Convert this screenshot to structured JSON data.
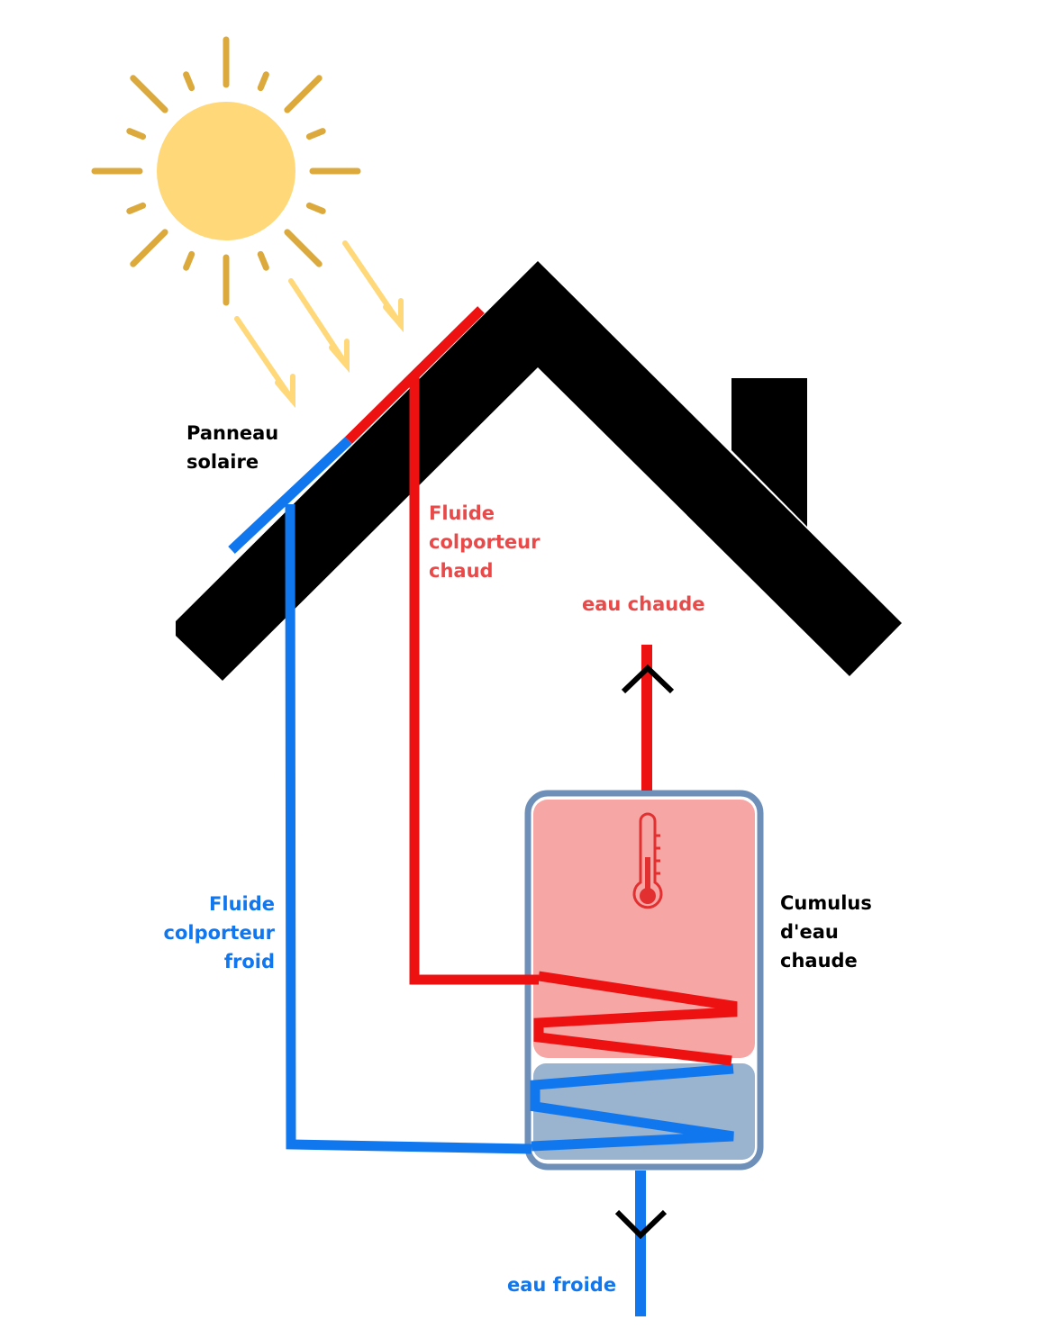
{
  "labels": {
    "panel": {
      "line1": "Panneau",
      "line2": "solaire"
    },
    "hot_fluid": {
      "line1": "Fluide",
      "line2": "colporteur",
      "line3": "chaud"
    },
    "cold_fluid": {
      "line1": "Fluide",
      "line2": "colporteur",
      "line3": "froid"
    },
    "hot_water": "eau chaude",
    "cold_water": "eau froide",
    "tank": {
      "line1": "Cumulus",
      "line2": "d'eau",
      "line3": "chaude"
    }
  },
  "colors": {
    "sun": "#FFD879",
    "sun_rays": "#DCAA3C",
    "sunlight_arrows": "#FFD879",
    "roof": "#000000",
    "hot": "#EE1111",
    "cold": "#1177EE",
    "hot_label": "#E84A4A",
    "cold_label": "#1177EE",
    "tank_border": "#6E8FB8",
    "tank_hot_fill": "#F7A6A6",
    "tank_cold_fill": "#9AB3CF",
    "thermometer": "#E23030",
    "text": "#000000"
  },
  "icons": {
    "sun": "sun-icon",
    "thermometer": "thermometer-icon",
    "arrow_up": "chevron-up-icon",
    "arrow_down": "chevron-down-icon"
  }
}
